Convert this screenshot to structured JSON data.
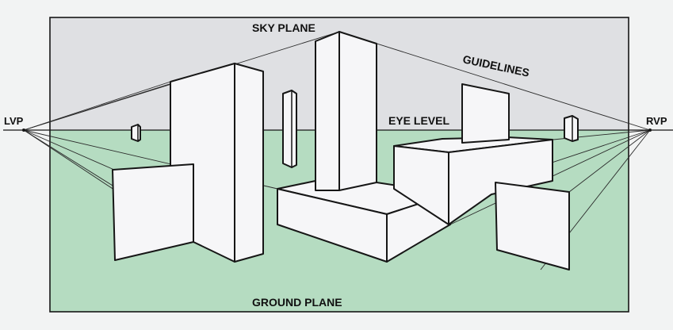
{
  "labels": {
    "sky_plane": "SKY PLANE",
    "ground_plane": "GROUND PLANE",
    "eye_level": "EYE LEVEL",
    "guidelines": "GUIDELINES",
    "left_vp": "LVP",
    "right_vp": "RVP"
  },
  "colors": {
    "sky": "#dfe0e3",
    "ground": "#b5dcc1",
    "object_face": "#f6f6f8",
    "outline": "#161616",
    "guideline": "#2a2a2a",
    "page": "#f2f3f3"
  }
}
